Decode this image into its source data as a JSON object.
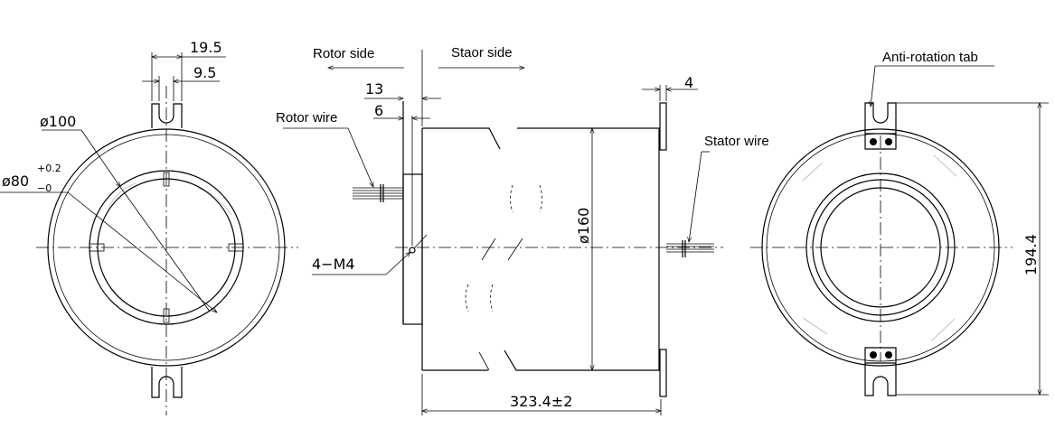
{
  "front_view": {
    "dim_tab_outer": "19.5",
    "dim_tab_slot": "9.5",
    "dim_bore": "ø100",
    "dim_inner": "ø80",
    "tol_upper": "+0.2",
    "tol_lower": "−0"
  },
  "side_view": {
    "rotor_side": "Rotor side",
    "stator_side": "Staor side",
    "dim_13": "13",
    "dim_6": "6",
    "rotor_wire": "Rotor wire",
    "thread": "4−M4",
    "dim_diameter": "ø160",
    "dim_length": "323.4±2",
    "dim_4": "4",
    "stator_wire": "Stator wire"
  },
  "rear_view": {
    "anti_rotation_tab": "Anti-rotation tab",
    "dim_height": "194.4"
  }
}
